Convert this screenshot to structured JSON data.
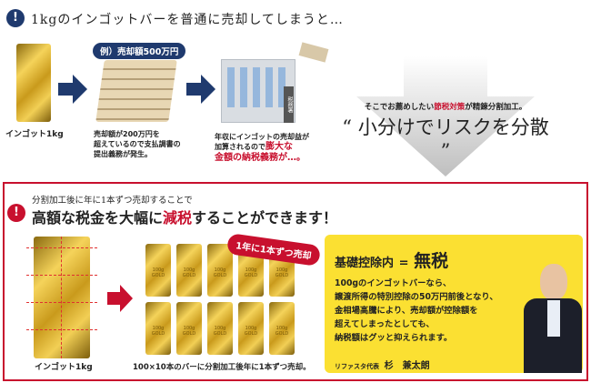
{
  "top": {
    "title": "1kgのインゴットバーを普通に売却してしまうと…",
    "alert_icon": "!",
    "ingot_label": "インゴット1kg",
    "example_badge": "例）売却額500万円",
    "money_text": [
      "売却額が200万円を",
      "超えているので支払調書の",
      "提出義務が発生。"
    ],
    "tax_office_sign": "税務署",
    "tax_text_1": "年収にインゴットの売却益が",
    "tax_text_2a": "加算されるので",
    "tax_text_2b": "膨大な",
    "tax_text_3": "金額の納税義務が…。"
  },
  "recommend": {
    "sub_a": "そこでお薦めしたい",
    "sub_b": "節税対策",
    "sub_c": "が精錬分割加工。",
    "main": "“ 小分けでリスクを分散 ”"
  },
  "bottom": {
    "alert_icon": "!",
    "line1": "分割加工後に年に1本ずつ売却することで",
    "line2a": "高額な税金を大幅に",
    "line2b": "減税",
    "line2c": "することができます！",
    "ingot_label": "インゴット1kg",
    "badge": "1年に1本ずつ売却",
    "bars_caption": "100×10本のバーに分割加工後年に1本ずつ売却。",
    "small_bar_text": "100g GOLD",
    "box": {
      "heading_a": "基礎控除内",
      "heading_eq": "=",
      "heading_b": "無税",
      "body": [
        "100gのインゴットバーなら、",
        "譲渡所得の特別控除の50万円前後となり、",
        "金相場高騰により、売却額が控除額を",
        "超えてしまったとしても、",
        "納税額はグッと抑えられます。"
      ],
      "signature_role": "リファスタ代表",
      "signature_name": "杉　兼太朗"
    }
  },
  "colors": {
    "navy": "#1f3a6e",
    "red": "#c8102e",
    "yellow": "#fbe032"
  }
}
